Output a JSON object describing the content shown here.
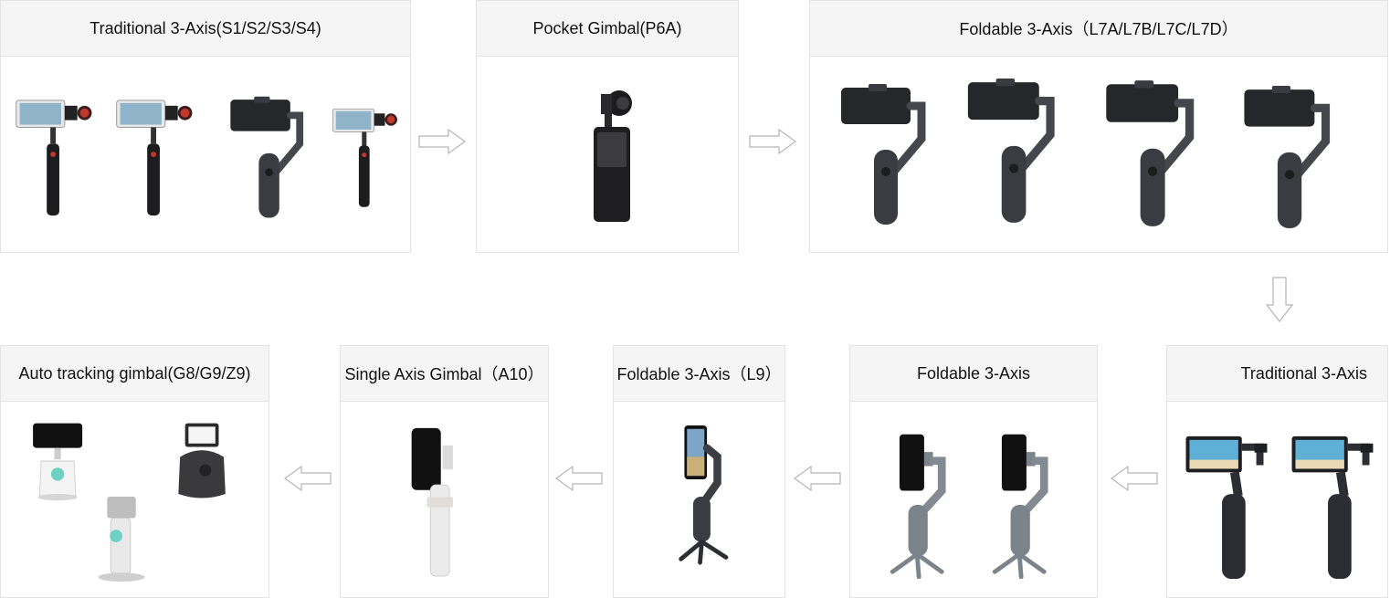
{
  "cards": [
    {
      "title": "Traditional 3-Axis(S1/S2/S3/S4)"
    },
    {
      "title": "Pocket Gimbal(P6A)"
    },
    {
      "title": "Foldable 3-Axis（L7A/L7B/L7C/L7D）"
    },
    {
      "title": "Traditional 3-Axis"
    },
    {
      "title": "Foldable 3-Axis"
    },
    {
      "title": "Foldable 3-Axis（L9）"
    },
    {
      "title": "Single Axis Gimbal（A10）"
    },
    {
      "title": "Auto tracking gimbal(G8/G9/Z9)"
    }
  ],
  "colors": {
    "dark_body": "#2b2d33",
    "grey_body": "#7d838b",
    "white_body": "#eeeeee",
    "arrow_stroke": "#b5b5b5"
  },
  "icons": [
    "arrow-right-icon",
    "arrow-down-icon",
    "arrow-left-icon",
    "gimbal-image"
  ]
}
